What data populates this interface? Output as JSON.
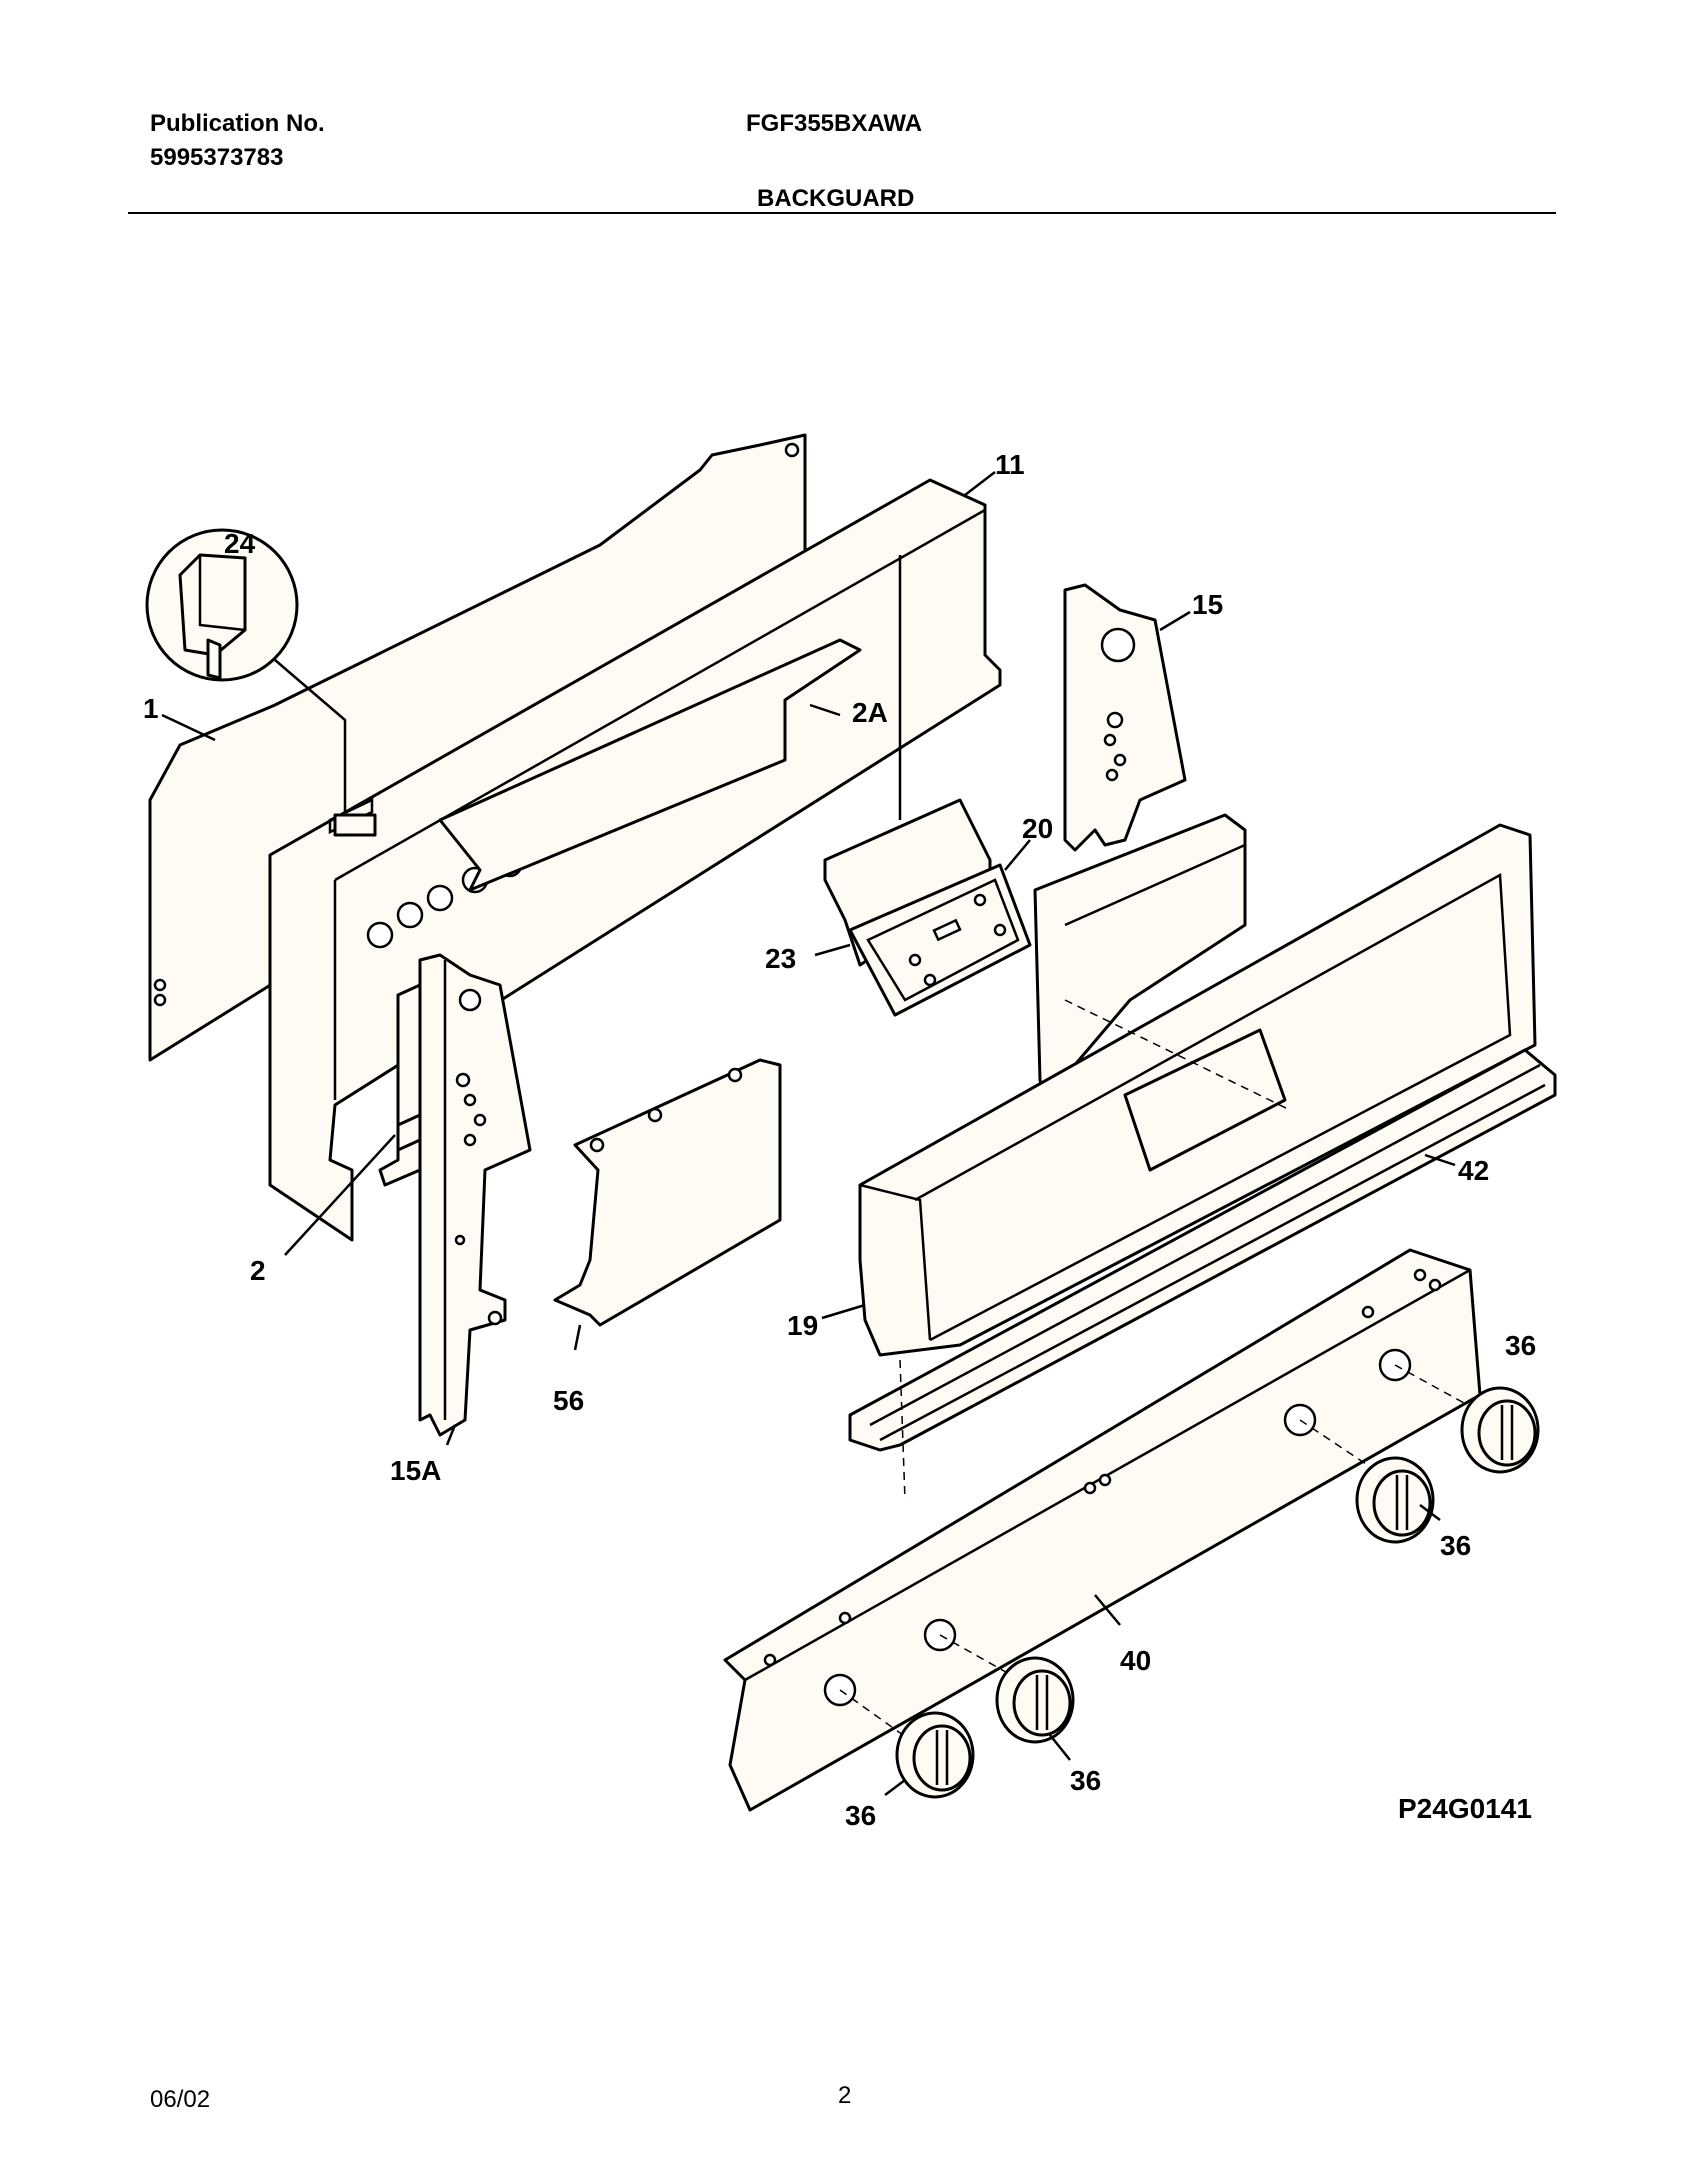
{
  "header": {
    "publication_label": "Publication No.",
    "publication_number": "5995373783",
    "model": "FGF355BXAWA",
    "section_title": "BACKGUARD"
  },
  "diagram": {
    "callouts": [
      "24",
      "1",
      "11",
      "15",
      "2A",
      "20",
      "23",
      "2",
      "15A",
      "56",
      "19",
      "42",
      "36",
      "36",
      "40",
      "36",
      "36"
    ],
    "drawing_code": "P24G0141"
  },
  "footer": {
    "date": "06/02",
    "page": "2"
  }
}
